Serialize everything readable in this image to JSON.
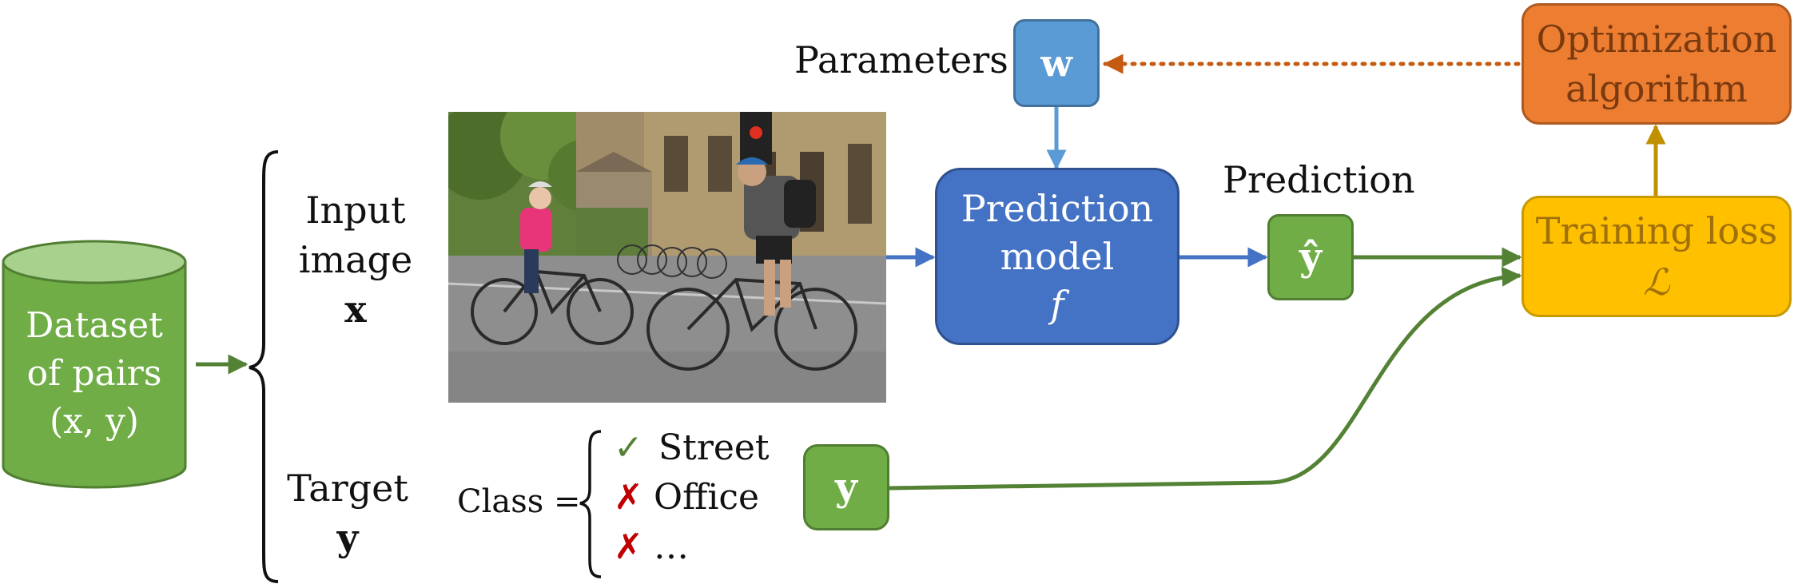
{
  "dataset": {
    "line1": "Dataset",
    "line2": "of pairs",
    "line3": "(x, y)",
    "color": "#70ad47"
  },
  "input": {
    "line1": "Input",
    "line2": "image",
    "symbol": "x"
  },
  "target": {
    "line1": "Target",
    "symbol": "y"
  },
  "parameters": {
    "label": "Parameters",
    "symbol": "w",
    "color": "#5b9bd5"
  },
  "model": {
    "line1": "Prediction",
    "line2": "model",
    "symbol": "f",
    "color": "#4472c4"
  },
  "prediction": {
    "label": "Prediction",
    "symbol": "ŷ",
    "color": "#70ad47"
  },
  "target_box": {
    "symbol": "y",
    "color": "#70ad47"
  },
  "loss": {
    "line1": "Training loss",
    "symbol": "ℒ",
    "color": "#ffc000",
    "text_color": "#a0700a"
  },
  "optimizer": {
    "line1": "Optimization",
    "line2": "algorithm",
    "color": "#ed7d31",
    "text_color": "#7a3a10"
  },
  "classes": {
    "label": "Class =",
    "items": [
      {
        "mark": "✓",
        "text": "Street"
      },
      {
        "mark": "✗",
        "text": "Office"
      },
      {
        "mark": "✗",
        "text": "…"
      }
    ],
    "check_color": "#548235",
    "cross_color": "#c00000"
  }
}
